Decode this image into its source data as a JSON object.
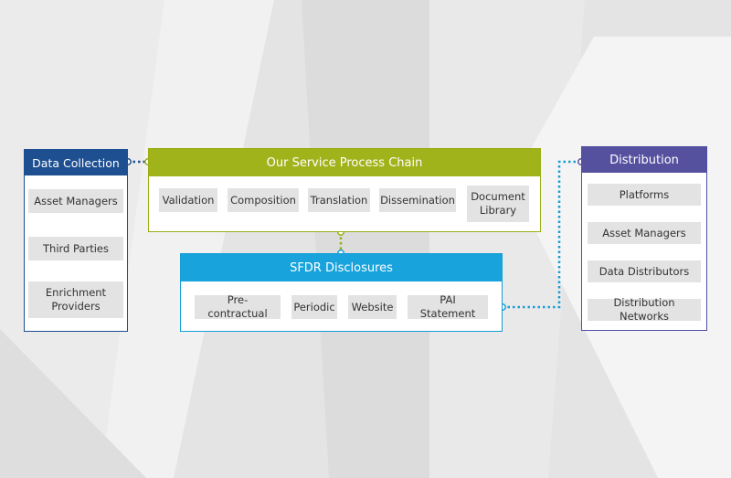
{
  "data_collection": {
    "title": "Data Collection",
    "items": [
      "Asset Managers",
      "Third Parties",
      "Enrichment Providers"
    ]
  },
  "process_chain": {
    "title": "Our Service Process Chain",
    "items": [
      "Validation",
      "Composition",
      "Translation",
      "Dissemination",
      "Document Library"
    ]
  },
  "sfdr": {
    "title": "SFDR Disclosures",
    "items": [
      "Pre-contractual",
      "Periodic",
      "Website",
      "PAI Statement"
    ]
  },
  "distribution": {
    "title": "Distribution",
    "items": [
      "Platforms",
      "Asset Managers",
      "Data Distributors",
      "Distribution Networks"
    ]
  },
  "colors": {
    "data_collection": "#1d4f91",
    "process_chain": "#a1b31b",
    "sfdr": "#18a3dc",
    "distribution": "#55519f",
    "connector_green": "#9aad14",
    "connector_blue": "#159ed6"
  }
}
